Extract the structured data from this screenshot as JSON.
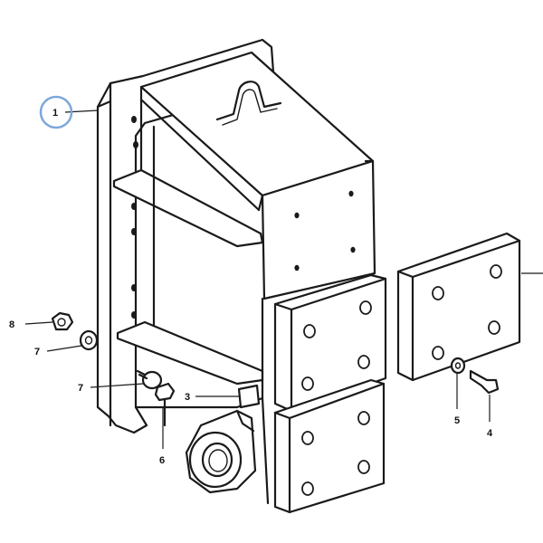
{
  "callouts": [
    {
      "id": "c1",
      "text": "1",
      "highlighted": true
    },
    {
      "id": "c3",
      "text": "3"
    },
    {
      "id": "c4",
      "text": "4"
    },
    {
      "id": "c5",
      "text": "5"
    },
    {
      "id": "c6",
      "text": "6"
    },
    {
      "id": "c7a",
      "text": "7"
    },
    {
      "id": "c7b",
      "text": "7"
    },
    {
      "id": "c8",
      "text": "8"
    }
  ],
  "colors": {
    "line": "#1a1a1a",
    "highlight": "#7da7d9",
    "background": "#ffffff"
  }
}
